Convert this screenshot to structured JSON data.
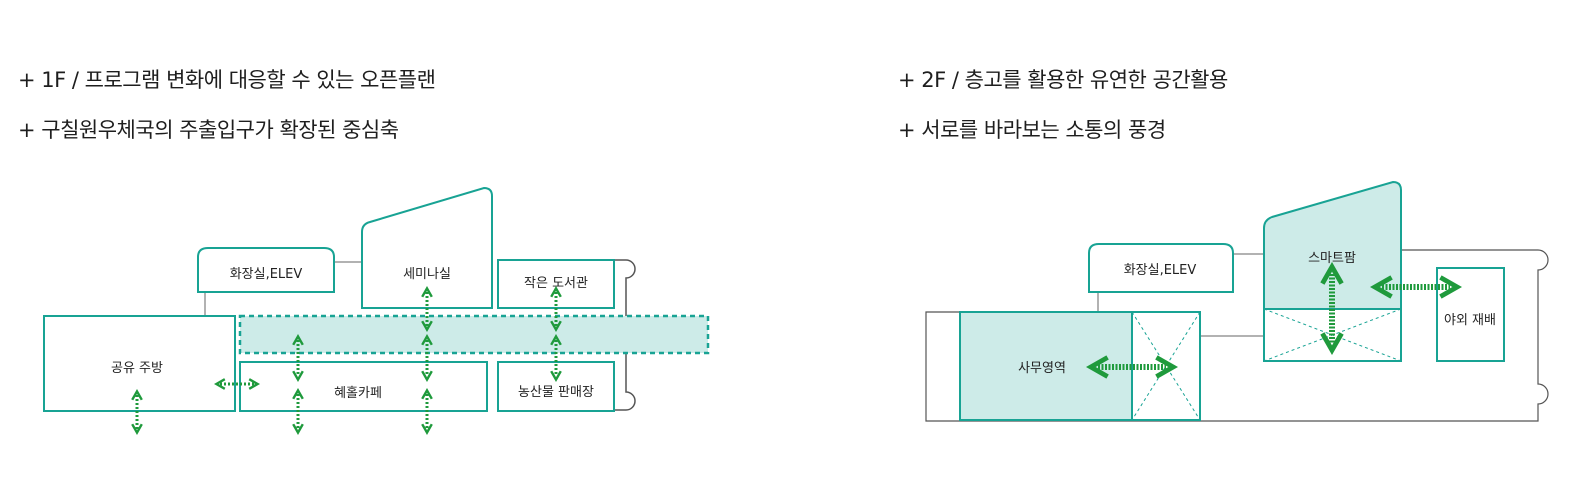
{
  "captions": {
    "left_line1": "+ 1F / 프로그램 변화에 대응할 수 있는 오픈플랜",
    "left_line2": "+ 구칠원우체국의 주출입구가 확장된 중심축",
    "right_line1": "+ 2F / 층고를 활용한 유연한 공간활용",
    "right_line2": "+ 서로를 바라보는 소통의 풍경"
  },
  "floor1": {
    "restroom_elev": "화장실,ELEV",
    "seminar": "세미나실",
    "library": "작은 도서관",
    "kitchen": "공유 주방",
    "cafe": "혜홀카페",
    "market": "농산물 판매장"
  },
  "floor2": {
    "restroom_elev": "화장실,ELEV",
    "smartfarm": "스마트팜",
    "office": "사무영역",
    "outdoor": "야외 재배"
  },
  "colors": {
    "teal": "#18a394",
    "teal_fill": "#cdebe8",
    "arrow_green": "#1f9a3c",
    "outline_gray": "#555555"
  }
}
